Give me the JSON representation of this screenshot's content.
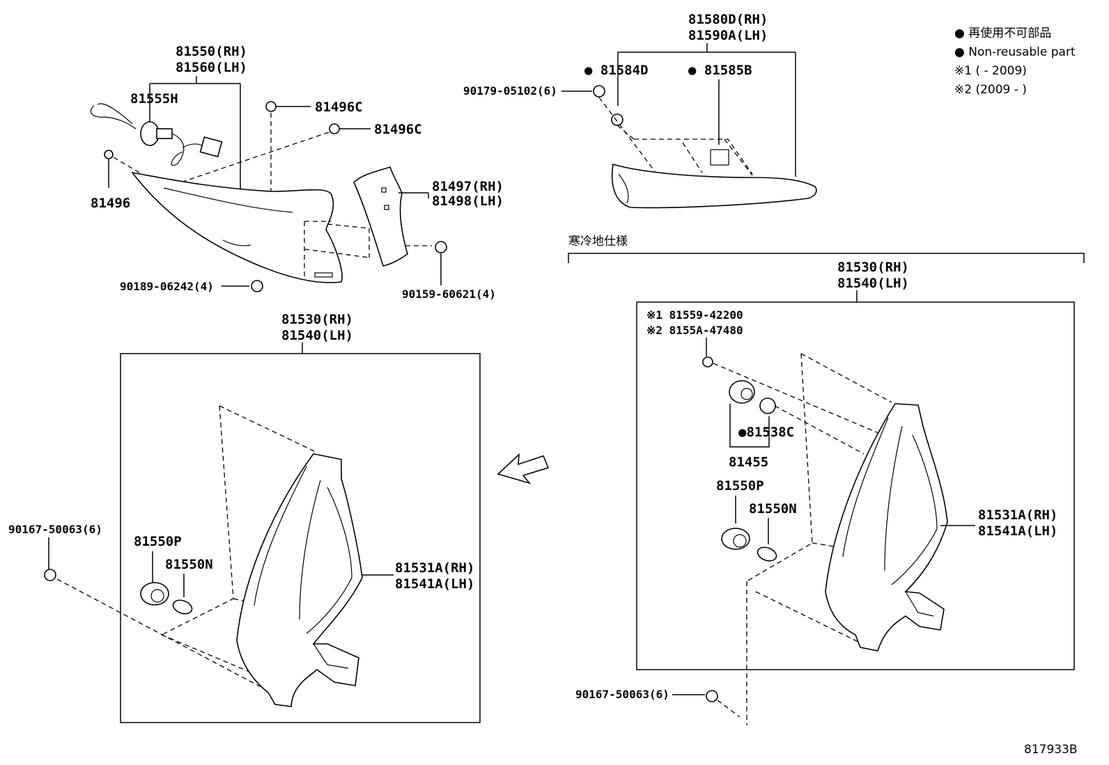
{
  "legend": {
    "line1": "● 再使用不可部品",
    "line2": "● Non-reusable part",
    "line3": "※1 (   - 2009)",
    "line4": "※2 (2009 -   )"
  },
  "upper_left": {
    "assy_rh": "81550(RH)",
    "assy_lh": "81560(LH)",
    "socket": "81555H",
    "clip1": "81496C",
    "clip2": "81496C",
    "clip3": "81496",
    "bracket_rh": "81497(RH)",
    "bracket_lh": "81498(LH)",
    "screw1": "90189-06242(4)",
    "screw2": "90159-60621(4)"
  },
  "upper_right": {
    "assy_rh": "81580D(RH)",
    "assy_lh": "81590A(LH)",
    "gasket1": "● 81584D",
    "gasket2": "● 81585B",
    "screw": "90179-05102(6)"
  },
  "lower_left": {
    "assy_rh": "81530(RH)",
    "assy_lh": "81540(LH)",
    "screw": "90167-50063(6)",
    "bulb_p": "81550P",
    "bulb_n": "81550N",
    "lens_rh": "81531A(RH)",
    "lens_lh": "81541A(LH)"
  },
  "lower_right": {
    "section_title": "寒冷地仕様",
    "assy_rh": "81530(RH)",
    "assy_lh": "81540(LH)",
    "socket_note1": "※1 81559-42200",
    "socket_note2": "※2 8155A-47480",
    "oring": "●81538C",
    "socket": "81455",
    "bulb_p": "81550P",
    "bulb_n": "81550N",
    "lens_rh": "81531A(RH)",
    "lens_lh": "81541A(LH)",
    "screw": "90167-50063(6)"
  },
  "diagram_id": "817933B"
}
